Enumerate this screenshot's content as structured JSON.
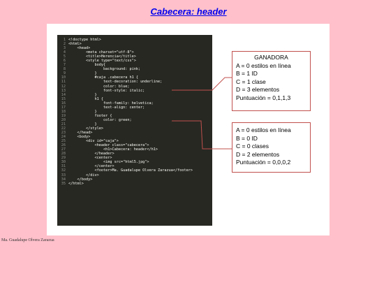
{
  "slide": {
    "title": "Cabecera: header",
    "author": "Ma. Guadalupe Olvera Zarazua"
  },
  "code": {
    "lines": [
      {
        "n": "1",
        "text": "<!doctype html>"
      },
      {
        "n": "2",
        "text": "<html>"
      },
      {
        "n": "3",
        "text": "    <head>"
      },
      {
        "n": "4",
        "text": "        <meta charset=\"utf-8\">"
      },
      {
        "n": "5",
        "text": "        <title>Herencia</title>"
      },
      {
        "n": "6",
        "text": "        <style type=\"text/css\">"
      },
      {
        "n": "7",
        "text": "            body{"
      },
      {
        "n": "8",
        "text": "                background: pink;"
      },
      {
        "n": "9",
        "text": "            }"
      },
      {
        "n": "10",
        "text": "            #caja .cabecera h1 {"
      },
      {
        "n": "11",
        "text": "                text-decoration: underline;"
      },
      {
        "n": "12",
        "text": "                color: blue;"
      },
      {
        "n": "13",
        "text": "                font-style: italic;"
      },
      {
        "n": "14",
        "text": "            }"
      },
      {
        "n": "15",
        "text": "            h1 {"
      },
      {
        "n": "16",
        "text": "                font-family: helvetica;"
      },
      {
        "n": "17",
        "text": "                text-align: center;"
      },
      {
        "n": "18",
        "text": "            }"
      },
      {
        "n": "19",
        "text": "            footer {"
      },
      {
        "n": "20",
        "text": "                color: green;"
      },
      {
        "n": "21",
        "text": "            }"
      },
      {
        "n": "22",
        "text": "        </style>"
      },
      {
        "n": "23",
        "text": "    </head>"
      },
      {
        "n": "24",
        "text": "    <body>"
      },
      {
        "n": "25",
        "text": "        <div id=\"caja\">"
      },
      {
        "n": "26",
        "text": "            <header class=\"cabecera\">"
      },
      {
        "n": "27",
        "text": "                <h1>Cabecera: header</h1>"
      },
      {
        "n": "28",
        "text": "            </header>"
      },
      {
        "n": "29",
        "text": "            <center>"
      },
      {
        "n": "30",
        "text": "                <img src=\"html5.jpg\">"
      },
      {
        "n": "31",
        "text": "            </center>"
      },
      {
        "n": "32",
        "text": "            <footer>Ma. Guadalupe Olvera Zarazua</footer>"
      },
      {
        "n": "33",
        "text": "        </div>"
      },
      {
        "n": "34",
        "text": "    </body>"
      },
      {
        "n": "35",
        "text": "</html>"
      }
    ]
  },
  "winner_box": {
    "heading": "GANADORA",
    "a": "A = 0 estilos en línea",
    "b": "B = 1 ID",
    "c": "C = 1 clase",
    "d": "D = 3 elementos",
    "score": "Puntuación = 0,1,1,3"
  },
  "loser_box": {
    "a": "A = 0 estilos en línea",
    "b": "B = 0 ID",
    "c": "C = 0 clases",
    "d": "D = 2 elementos",
    "score": "Puntuación = 0,0,0,2"
  },
  "colors": {
    "background": "#ffc0cb",
    "title": "#0000ee",
    "editor_bg": "#272822",
    "connector": "#c0504d"
  }
}
